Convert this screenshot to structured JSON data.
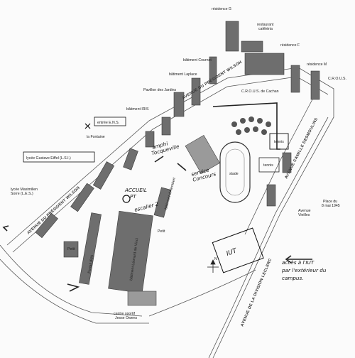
{
  "labels": {
    "residence_g": "résidence G",
    "restaurant": "restaurant\ncafétéria",
    "residence_f": "résidence F",
    "residence_m": "résidence M",
    "crous": "C.R.O.U.S.",
    "batiment_cournot": "bâtiment Cournot",
    "batiment_laplace": "bâtiment Laplace",
    "pavillon_jardins": "Pavillon des Jardins",
    "batiment_iris": "bâtiment IRIS",
    "crous_cachan": "C.R.O.U.S. de Cachan",
    "entree_ens": "entrée E.N.S.",
    "la_fontaine": "la Fontaine",
    "lycee_eiffel": "lycée Gustave Eiffel (L.S.I.)",
    "lycee_maximilien": "lycée Maximilien\nSorre (L.E.S.)",
    "amphi": "amphi\nTocqueville",
    "service_concours": "service\nConcours",
    "accueil": "ACCUEIL\nPT",
    "escalier": "escalier 2",
    "tennis_1": "tennis",
    "tennis_2": "tennis",
    "stade": "stade",
    "place": "Place du\n8 mai 1945",
    "avenue_vieilles": "Avenue\nVieilles",
    "avenue_wilson_top": "AVENUE DU PRÉSIDENT WILSON",
    "avenue_wilson_left": "AVENUE DU PRÉSIDENT WILSON",
    "avenue_desmoulins": "AVENUE CAMILLE DESMOULINS",
    "avenue_leclerc": "AVENUE DE LA DIVISION LECLERC",
    "batiment_leonard": "bâtiment Léonard de Vinci",
    "batiment_laplace_inner": "bâtiment d'Alembert",
    "portail": "Portail IRIS",
    "petit": "Petit",
    "iut": "IUT",
    "acces_iut": "accès à l'IUT\npar l'extérieur du\ncampus.",
    "centre_sportif": "centre sportif\nJesse Owens",
    "north": "N"
  },
  "colors": {
    "building_dark": "#6e6e6e",
    "building_light": "#9a9a9a",
    "outline": "#222222"
  },
  "icons": [
    "north-arrow-icon",
    "cross-marker-icon",
    "circle-marker-icon",
    "arrow-icon"
  ]
}
